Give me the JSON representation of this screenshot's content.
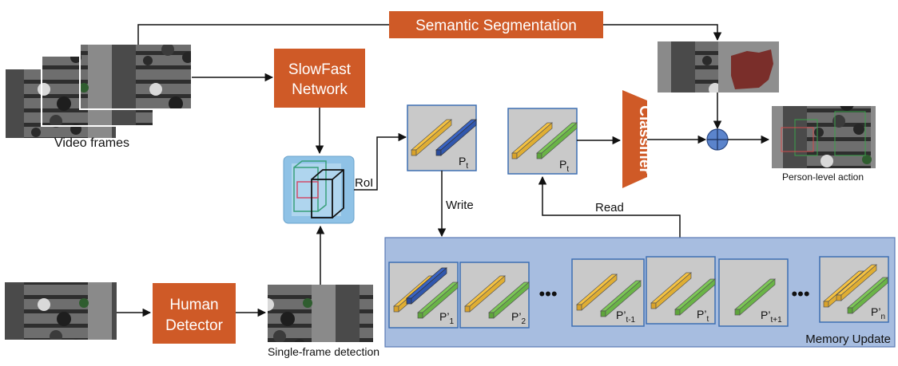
{
  "colors": {
    "orange": "#cf5a27",
    "memory_bg": "#a7bde0",
    "memory_border": "#5a7ab5",
    "token_box": "#c9c9c9",
    "token_border": "#3d6fb3",
    "bar_yellow": "#f5c242",
    "bar_green": "#7dc857",
    "bar_blue": "#3a64c4",
    "fusion": "#5b84cc"
  },
  "boxes": {
    "semantic_segmentation": "Semantic Segmentation",
    "slowfast_line1": "SlowFast",
    "slowfast_line2": "Network",
    "human_detector_line1": "Human",
    "human_detector_line2": "Detector",
    "classifier": "Classifier"
  },
  "labels": {
    "video_frames": "Video frames",
    "single_frame_detection": "Single-frame detection",
    "person_level_action": "Person-level action",
    "roi": "RoI",
    "write": "Write",
    "read": "Read",
    "memory_update": "Memory Update",
    "ellipsis": "•••"
  },
  "tokens": {
    "pt_write": {
      "base": "P",
      "sub": "t"
    },
    "pt_read": {
      "base": "P",
      "sub": "t"
    }
  },
  "memory_slots": [
    {
      "base": "P’",
      "sub": "1"
    },
    {
      "base": "P’",
      "sub": "2"
    },
    {
      "base": "P’",
      "sub": "t-1"
    },
    {
      "base": "P’",
      "sub": "t"
    },
    {
      "base": "P’",
      "sub": "t+1"
    },
    {
      "base": "P’",
      "sub": "n"
    }
  ]
}
